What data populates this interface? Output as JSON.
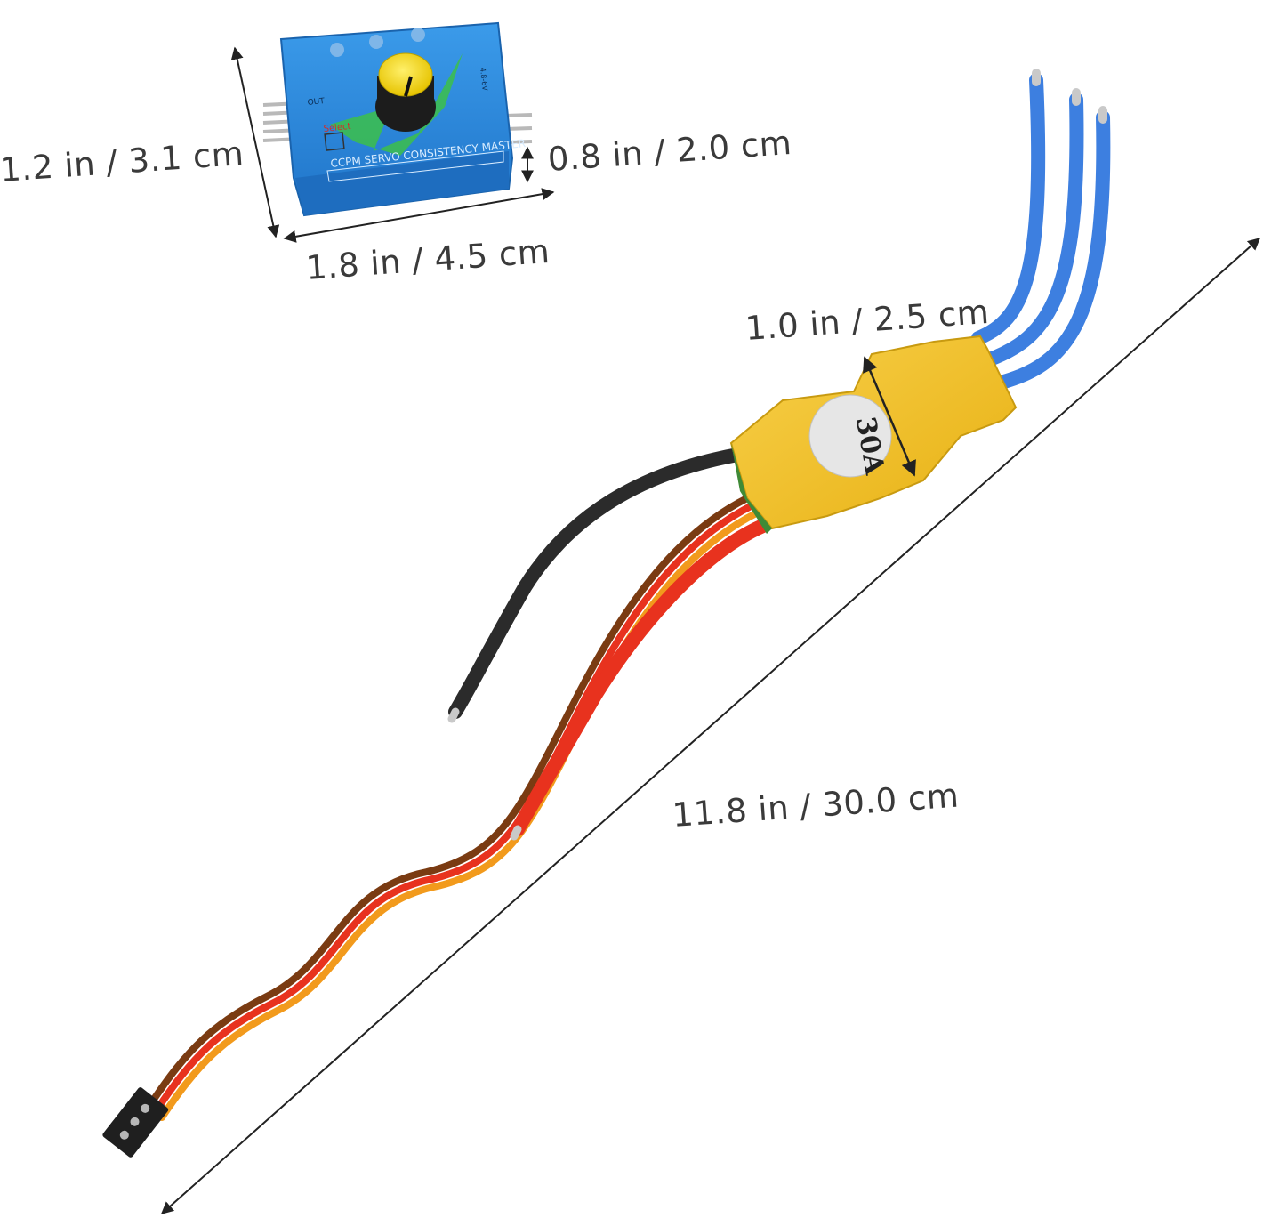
{
  "dimensions": {
    "tester_height": "1.2 in / 3.1 cm",
    "tester_width": "1.8 in / 4.5 cm",
    "tester_depth": "0.8 in / 2.0 cm",
    "esc_width": "1.0 in / 2.5 cm",
    "cable_length": "11.8 in / 30.0 cm"
  },
  "servo_tester": {
    "label": "CCPM SERVO CONSISTENCY MASTER",
    "select_label": "Select",
    "out_label": "OUT",
    "voltage_label": "4.8-6V",
    "body_color": "#2f8ee0",
    "knob_color": "#f4d321"
  },
  "esc": {
    "rating": "30A",
    "body_color": "#f5c022",
    "motor_wire_color": "#3d7fe0",
    "battery_wire_colors": [
      "#2b2b2b",
      "#e8321e"
    ],
    "signal_wire_colors": [
      "#7a3b12",
      "#e8321e",
      "#f29a1c"
    ]
  }
}
